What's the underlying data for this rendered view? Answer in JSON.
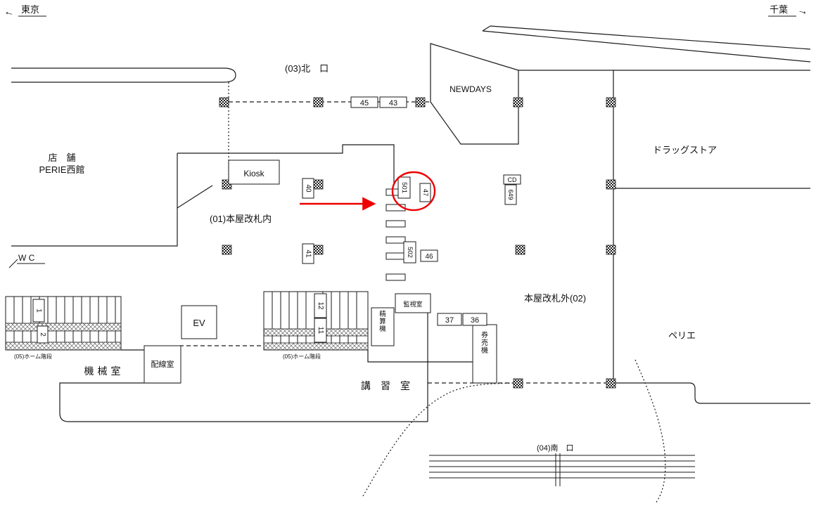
{
  "directions": {
    "left_label": "東京",
    "right_label": "千葉"
  },
  "icons": {
    "left_arrow": "←",
    "right_arrow": "→"
  },
  "labels": {
    "north_exit": "(03)北　口",
    "newdays": "NEWDAYS",
    "drugstore": "ドラッグストア",
    "shop_line1": "店　舗",
    "shop_line2": "PERIE西館",
    "kiosk": "Kiosk",
    "inside_gate": "(01)本屋改札内",
    "wc": "W C",
    "machine_room": "機械室",
    "wiring_room": "配線室",
    "elevator": "EV",
    "stairs_left": "(05)ホーム階段",
    "stairs_mid": "(05)ホーム階段",
    "lecture_room": "講　習　室",
    "monitor_room": "監視室",
    "fare_machine": "精算機",
    "ticket_machine": "券売機",
    "outside_gate": "本屋改札外(02)",
    "perie": "ペリエ",
    "south_exit": "(04)南　口"
  },
  "units": {
    "u45": "45",
    "u43": "43",
    "u40": "40",
    "u41": "41",
    "u501": "501",
    "u47": "47",
    "u502": "502",
    "u46": "46",
    "ucd": "CD",
    "u649": "649",
    "u37": "37",
    "u36": "36",
    "st1": "1",
    "st2": "2",
    "st11": "11",
    "st12": "12"
  },
  "annotation": {
    "color": "#ee0000",
    "circled_unit": "501"
  },
  "colors": {
    "line": "#1a1a1a",
    "pillar": "#1a1a1a"
  }
}
